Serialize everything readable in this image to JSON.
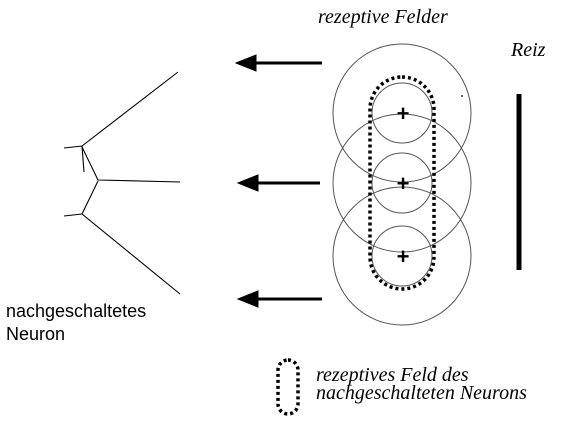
{
  "labels": {
    "receptive_fields": "rezeptive Felder",
    "stimulus": "Reiz",
    "downstream_neuron_line1": "nachgeschaltetes",
    "downstream_neuron_line2": "Neuron",
    "legend_line1": "rezeptives Feld des",
    "legend_line2": "nachgeschalteten Neurons"
  },
  "receptive_fields": [
    {
      "center_symbol": "+"
    },
    {
      "center_symbol": "+"
    },
    {
      "center_symbol": "+"
    }
  ],
  "colors": {
    "ink": "#000000",
    "circle_outline": "#555555",
    "background": "#ffffff"
  }
}
